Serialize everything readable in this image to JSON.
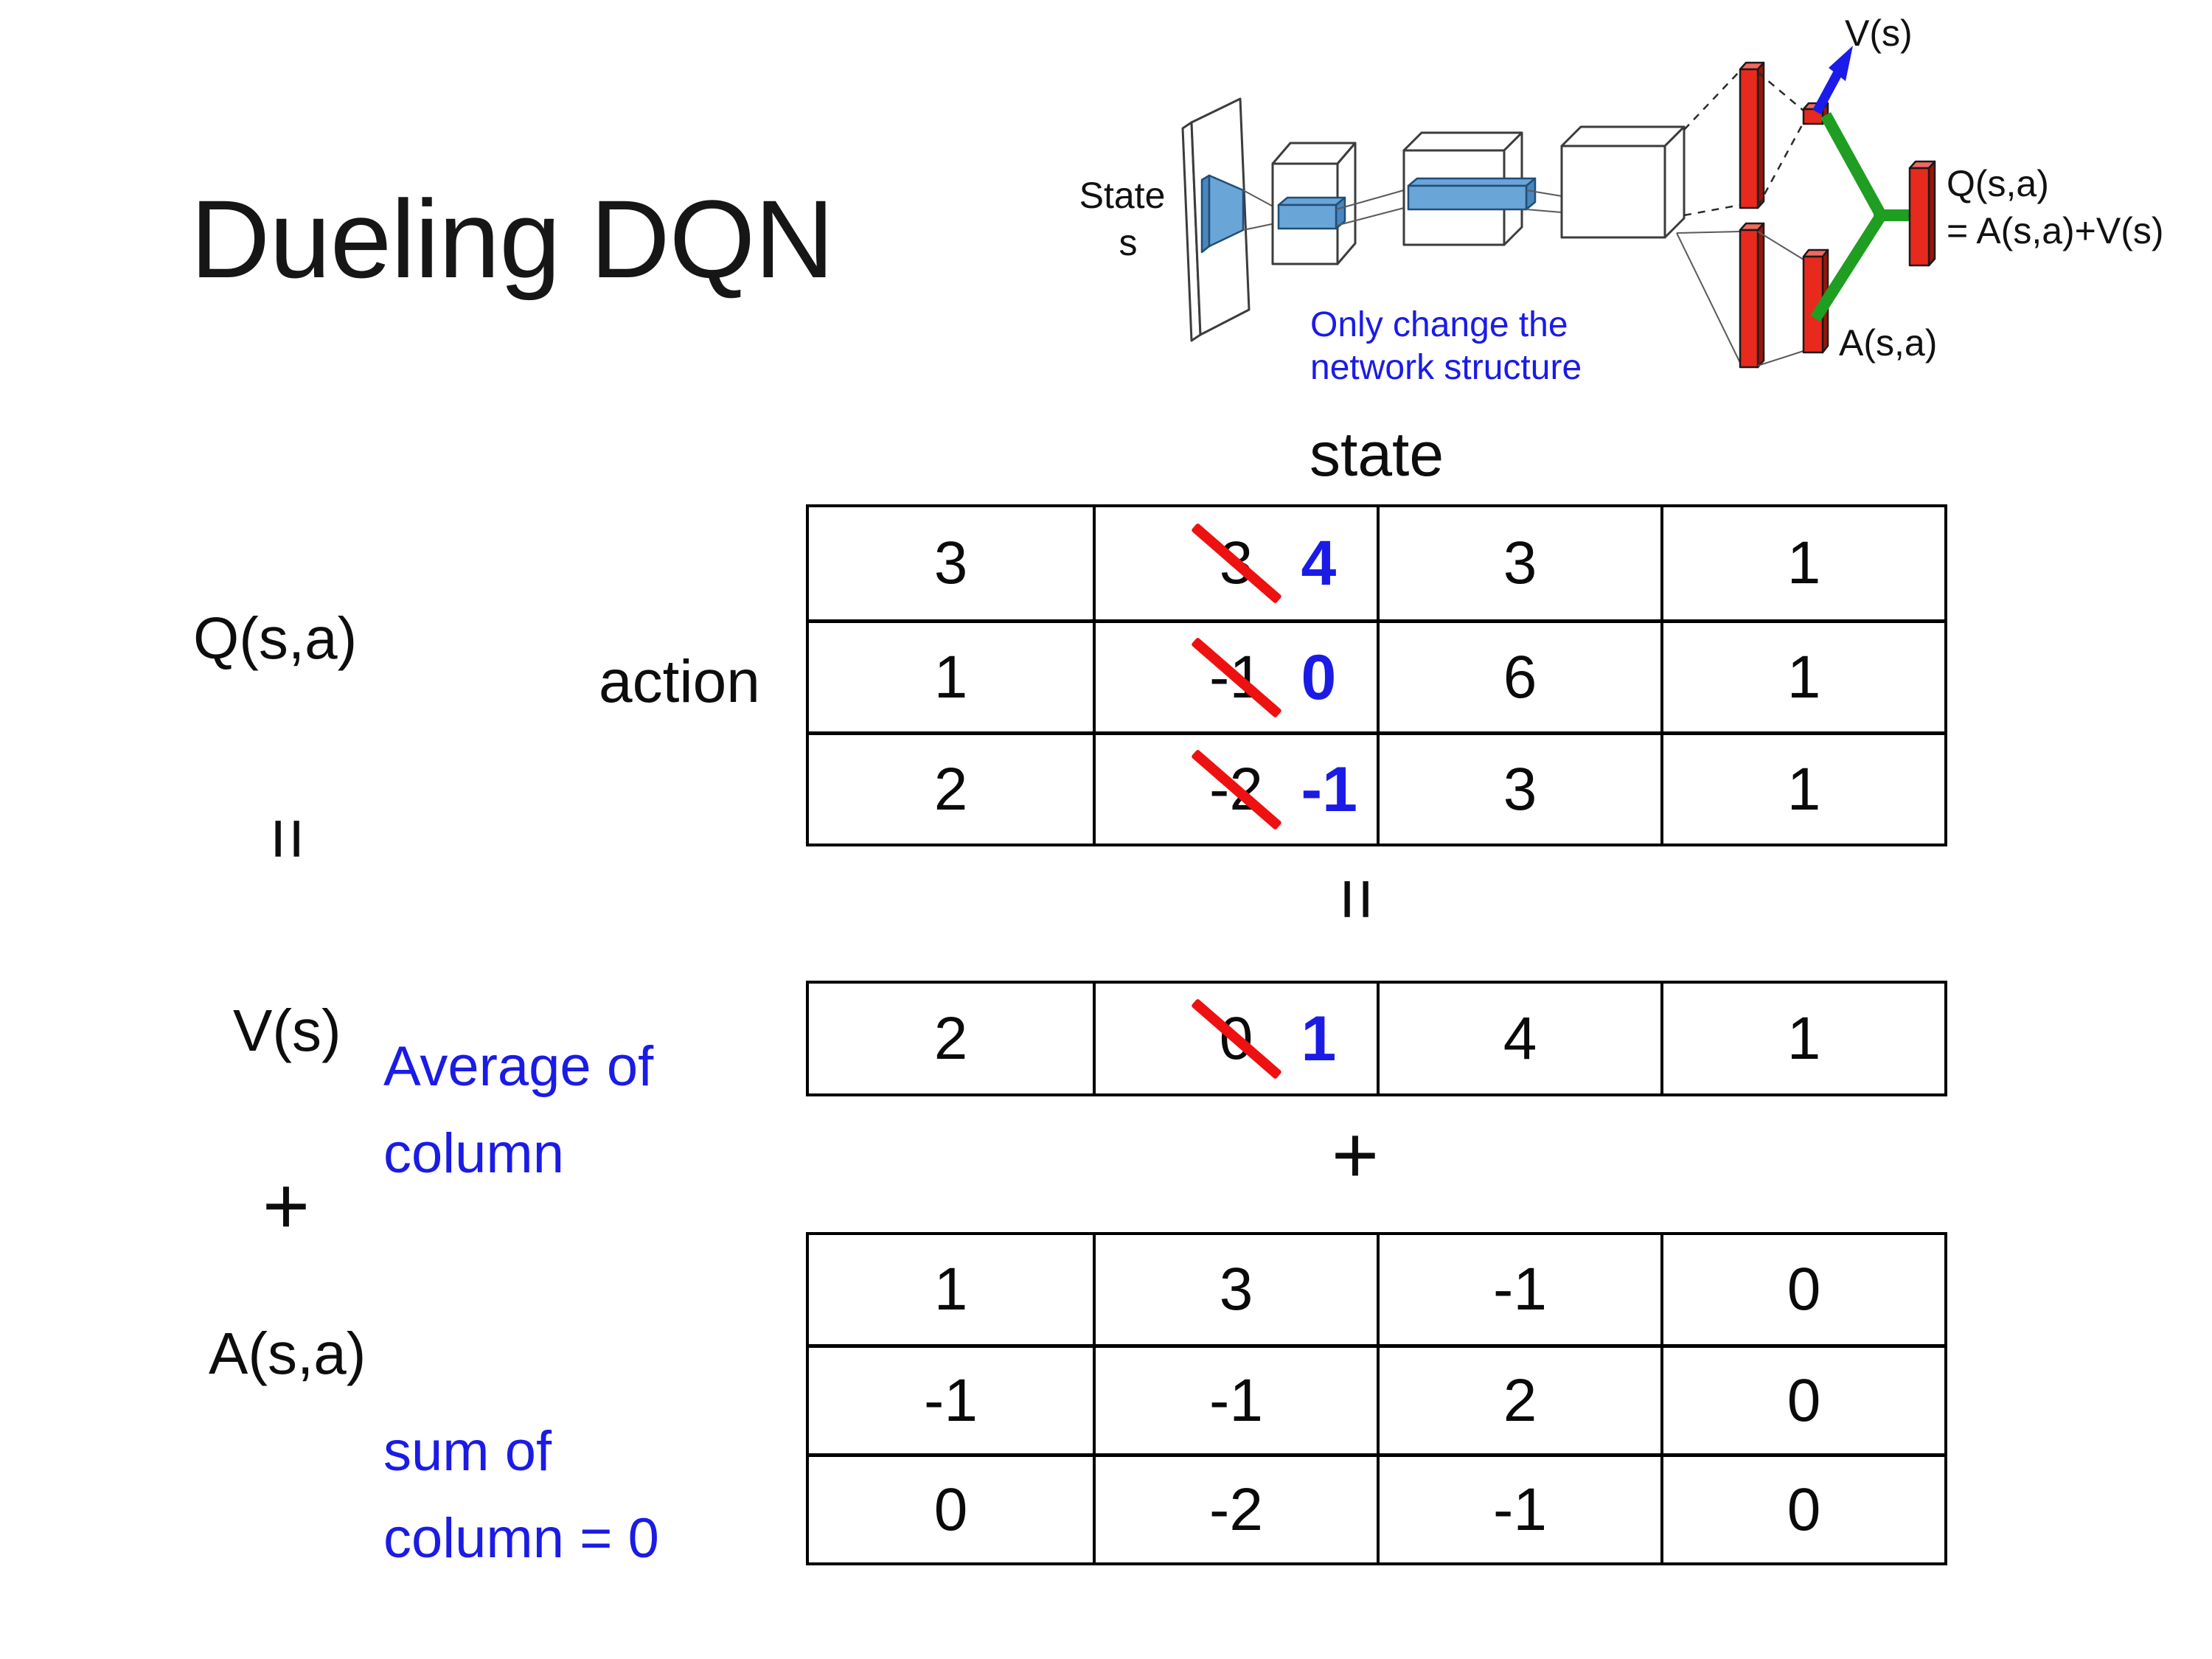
{
  "slide": {
    "title": "Dueling DQN"
  },
  "network_diagram": {
    "state_line1": "State",
    "state_line2": "s",
    "note_line1": "Only change the",
    "note_line2": "network structure",
    "v_out_label": "V(s)",
    "q_out_label": "Q(s,a)",
    "q_out_formula": "= A(s,a)+V(s)",
    "a_out_label": "A(s,a)"
  },
  "decomposition": {
    "q_label": "Q(s,a)",
    "equals_left": "=",
    "v_label": "V(s)",
    "plus_left": "+",
    "a_label": "A(s,a)",
    "state_header": "state",
    "action_header": "action",
    "avg_note_line1": "Average of",
    "avg_note_line2": "column",
    "sum_note_line1": "sum of",
    "sum_note_line2": "column = 0",
    "equals_center": "=",
    "plus_center": "+"
  },
  "q_table": {
    "rows": [
      [
        {
          "value": "3"
        },
        {
          "value": "3",
          "crossed": true,
          "replacement": "4"
        },
        {
          "value": "3"
        },
        {
          "value": "1"
        }
      ],
      [
        {
          "value": "1"
        },
        {
          "value": "-1",
          "crossed": true,
          "replacement": "0"
        },
        {
          "value": "6"
        },
        {
          "value": "1"
        }
      ],
      [
        {
          "value": "2"
        },
        {
          "value": "-2",
          "crossed": true,
          "replacement": "-1"
        },
        {
          "value": "3"
        },
        {
          "value": "1"
        }
      ]
    ]
  },
  "v_table": {
    "rows": [
      [
        {
          "value": "2"
        },
        {
          "value": "0",
          "crossed": true,
          "replacement": "1"
        },
        {
          "value": "4"
        },
        {
          "value": "1"
        }
      ]
    ]
  },
  "a_table": {
    "rows": [
      [
        {
          "value": "1"
        },
        {
          "value": "3"
        },
        {
          "value": "-1"
        },
        {
          "value": "0"
        }
      ],
      [
        {
          "value": "-1"
        },
        {
          "value": "-1"
        },
        {
          "value": "2"
        },
        {
          "value": "0"
        }
      ],
      [
        {
          "value": "0"
        },
        {
          "value": "-2"
        },
        {
          "value": "-1"
        },
        {
          "value": "0"
        }
      ]
    ]
  },
  "colors": {
    "strike_red": "#ee1111",
    "replacement_blue": "#1b1be6",
    "note_blue": "#1b1be6",
    "bar_red": "#e8291d",
    "link_green": "#1f9e22",
    "conv_blue": "#6aa5d8",
    "table_border": "#000000"
  }
}
